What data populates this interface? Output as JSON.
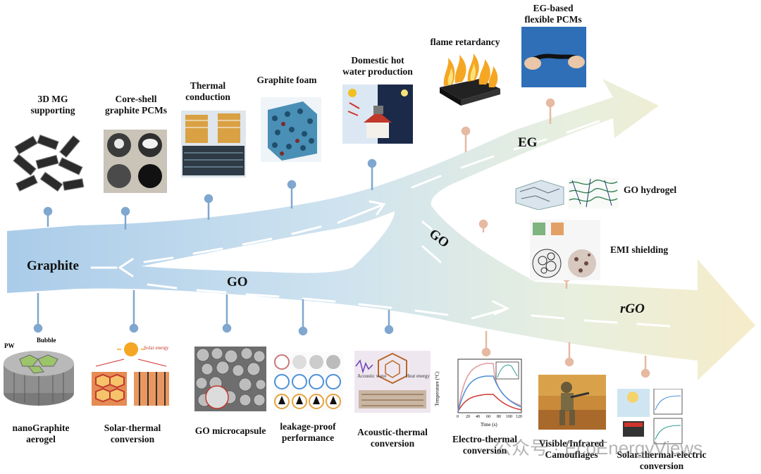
{
  "roads": {
    "graphite": "Graphite",
    "go_lower": "GO",
    "go_upper": "GO",
    "eg": "EG",
    "rgo": "rGO"
  },
  "top_items": {
    "mg_supporting": "3D MG\nsupporting",
    "core_shell": "Core-shell\ngraphite PCMs",
    "thermal_conduction": "Thermal\nconduction",
    "graphite_foam": "Graphite foam",
    "hot_water": "Domestic hot\nwater production",
    "flame": "flame retardancy",
    "flexible": "EG-based\nflexible PCMs"
  },
  "right_items": {
    "go_hydrogel": "GO hydrogel",
    "emi": "EMI shielding"
  },
  "bottom_items": {
    "nano_aerogel": "nanoGraphite\naerogel",
    "solar_thermal": "Solar-thermal\nconversion",
    "microcapsule": "GO microcapsule",
    "leakage": "leakage-proof\nperformance",
    "acoustic": "Acoustic-thermal\nconversion",
    "electro": "Electro-thermal\nconversion",
    "camouflage": "Visible/Infrared\nCamouflages",
    "ste": "Solar-thermal-electric\nconversion"
  },
  "figure_text": {
    "pw": "PW",
    "bubble": "Bubble",
    "solar_energy": "Solar energy",
    "acoustic_wave": "Acoustic wave",
    "heat_energy": "Heat energy",
    "temp_axis": "Temperature (°C)",
    "time_axis": "Time (s)",
    "electro_ticks_x": [
      "0",
      "20",
      "40",
      "60",
      "80",
      "100",
      "120"
    ]
  },
  "watermark": "公众号 · EcoEnergyViews",
  "colors": {
    "road_start": "#a9cbe9",
    "road_mid": "#d3e6ee",
    "road_end": "#f5ecc9",
    "connector_blue": "#7fa7cf",
    "connector_orange": "#e6b9a1"
  }
}
